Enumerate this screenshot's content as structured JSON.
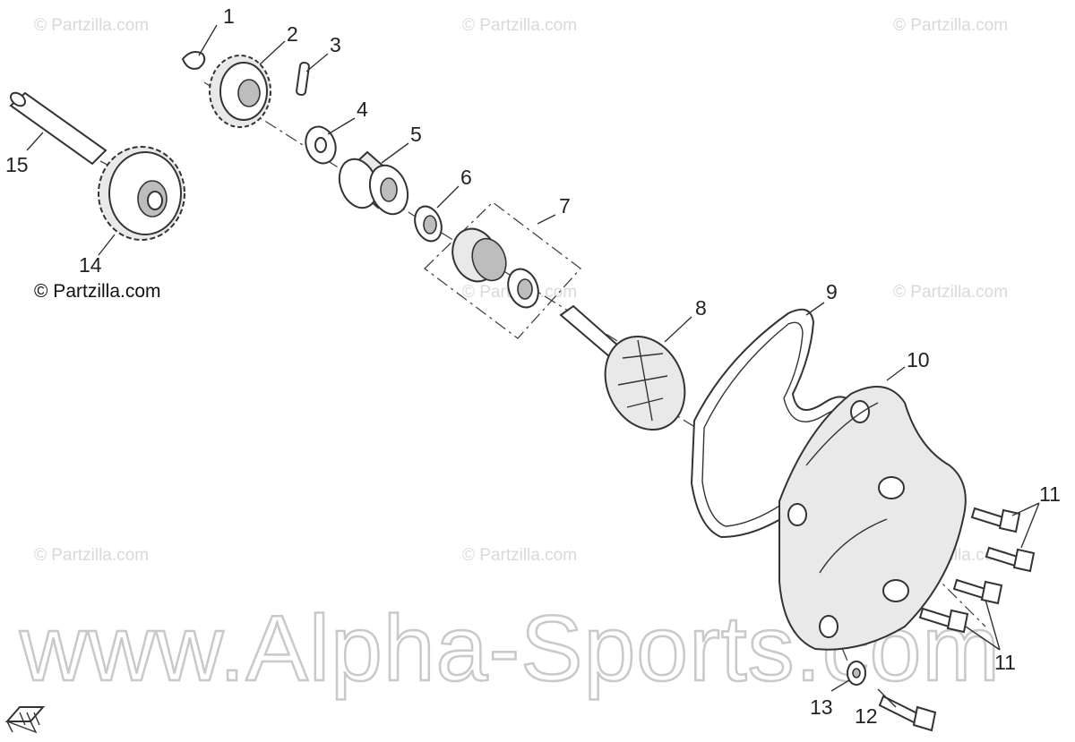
{
  "watermark_small": "© Partzilla.com",
  "copyright": "© Partzilla.com",
  "watermark_large": "www.Alpha-Sports.com",
  "callouts": [
    {
      "id": "1",
      "text": "1"
    },
    {
      "id": "2",
      "text": "2"
    },
    {
      "id": "3",
      "text": "3"
    },
    {
      "id": "4",
      "text": "4"
    },
    {
      "id": "5",
      "text": "5"
    },
    {
      "id": "6",
      "text": "6"
    },
    {
      "id": "7",
      "text": "7"
    },
    {
      "id": "8",
      "text": "8"
    },
    {
      "id": "9",
      "text": "9"
    },
    {
      "id": "10",
      "text": "10"
    },
    {
      "id": "11a",
      "text": "11"
    },
    {
      "id": "11b",
      "text": "11"
    },
    {
      "id": "12",
      "text": "12"
    },
    {
      "id": "13",
      "text": "13"
    },
    {
      "id": "14",
      "text": "14"
    },
    {
      "id": "15",
      "text": "15"
    }
  ],
  "corner_icon": "book-arrow-icon"
}
